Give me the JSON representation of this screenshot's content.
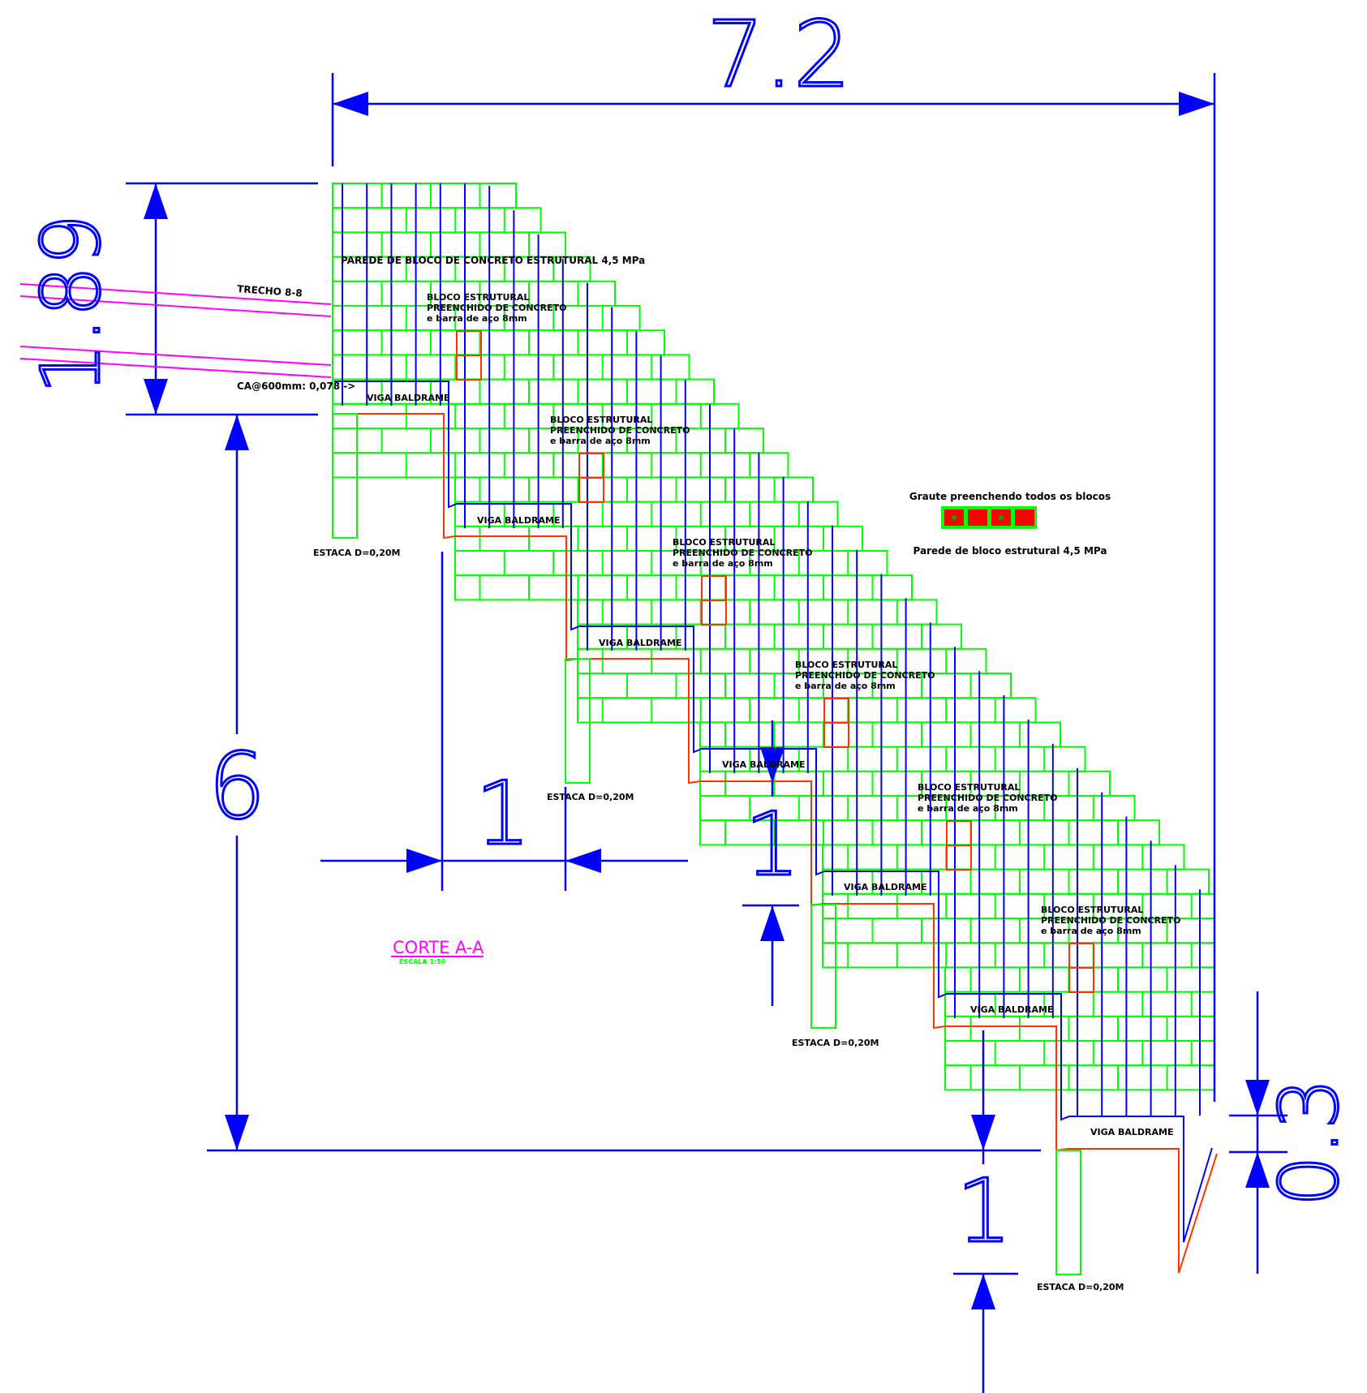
{
  "dimensions": {
    "top": "7.2",
    "left_big": "6",
    "left_small": "1.89",
    "horizontal_step": "1",
    "vertical_step": "1",
    "right_small": "0.3",
    "bottom_small": "1"
  },
  "labels": {
    "wall_title": "PAREDE DE BLOCO DE CONCRETO ESTRUTURAL 4,5 MPa",
    "trecho": "TRECHO 8-8",
    "ca": "CA@600mm: 0,078 ->",
    "viga": "VIGA BALDRAME",
    "estaca": "ESTACA D=0,20M",
    "bloco_l1": "BLOCO ESTRUTURAL",
    "bloco_l2": "PREENCHIDO DE CONCRETO",
    "bloco_l3": "e barra de aço 8mm",
    "section_title": "CORTE A-A",
    "section_scale": "ESCALA 1:50"
  },
  "legend": {
    "top": "Graute preenchendo todos os blocos",
    "bottom": "Parede de bloco estrutural 4,5 MPa"
  },
  "colors": {
    "wall": "#00ff00",
    "dimension": "#0000ff",
    "rebar": "#ff3300",
    "section": "#ff00ff",
    "grout": "#ff0000"
  }
}
